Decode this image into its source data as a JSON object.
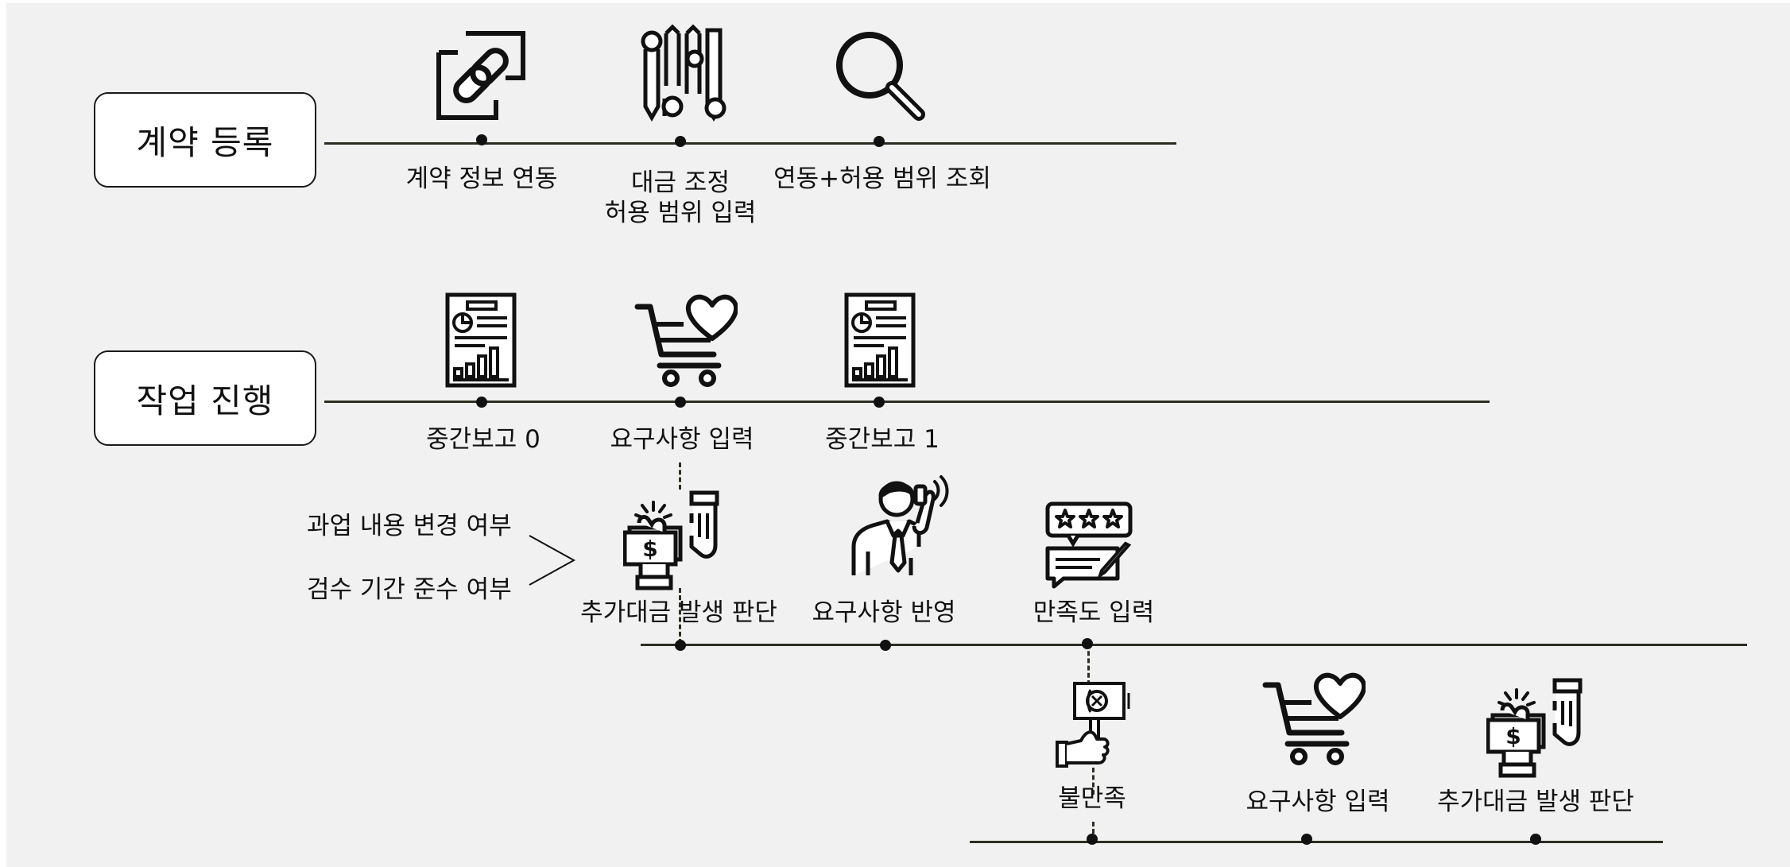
{
  "stages": {
    "contract": {
      "title": "계약 등록"
    },
    "work": {
      "title": "작업 진행"
    }
  },
  "contract_steps": [
    {
      "label": "계약 정보 연동",
      "icon": "link-icon"
    },
    {
      "label": "대금 조정\n허용 범위 입력",
      "icon": "sliders-icon"
    },
    {
      "label": "연동+허용 범위 조회",
      "icon": "search-icon"
    }
  ],
  "work_steps": [
    {
      "label": "중간보고 0",
      "icon": "report-icon"
    },
    {
      "label": "요구사항 입력",
      "icon": "cart-heart-icon"
    },
    {
      "label": "중간보고 1",
      "icon": "report-icon"
    }
  ],
  "review_steps": [
    {
      "label": "추가대금 발생 판단",
      "icon": "money-hand-icon"
    },
    {
      "label": "요구사항 반영",
      "icon": "businessman-phone-icon"
    },
    {
      "label": "만족도 입력",
      "icon": "rating-review-icon"
    }
  ],
  "dissatisfaction_steps": [
    {
      "label": "불만족",
      "icon": "thumbs-sign-icon"
    },
    {
      "label": "요구사항 입력",
      "icon": "cart-heart-icon"
    },
    {
      "label": "추가대금 발생 판단",
      "icon": "money-hand-icon"
    }
  ],
  "criteria": [
    "과업 내용 변경 여부",
    "검수 기간 준수 여부"
  ],
  "colors": {
    "line": "#2b2f22",
    "background": "#f1f1f1",
    "box_border": "#1a1a1a"
  }
}
